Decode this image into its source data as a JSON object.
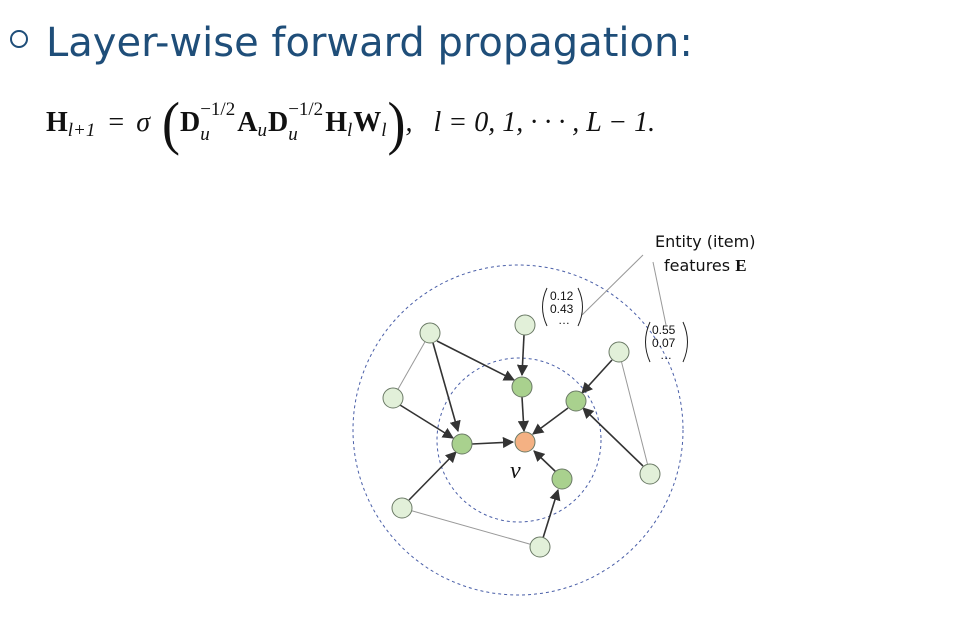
{
  "heading": {
    "text": "Layer-wise forward propagation:"
  },
  "formula": {
    "lhs": "H",
    "lhs_sub": "l+1",
    "eq": "=",
    "sigma": "σ",
    "open": "(",
    "close": ")",
    "D1": "D",
    "D1_sup": "−1/2",
    "D1_sub": "u",
    "A": "A",
    "A_sub": "u",
    "D2": "D",
    "D2_sup": "−1/2",
    "D2_sub": "u",
    "H": "H",
    "H_sub": "l",
    "W": "W",
    "W_sub": "l",
    "range": ",   l = 0, 1, · · · , L − 1."
  },
  "diagram": {
    "entity_label_line1": "Entity (item)",
    "entity_label_line2": "features ",
    "entity_label_symbol": "E",
    "center_label": "v",
    "vector_top": [
      "0.12",
      "0.43",
      "…"
    ],
    "vector_right": [
      "0.55",
      "0.07",
      "…"
    ],
    "colors": {
      "center_node": "#f4b183",
      "hop1_node": "#a9d18e",
      "hop2_node": "#e2f0d9",
      "node_stroke": "#6b7a66",
      "ring": "#4a5fa8"
    }
  }
}
